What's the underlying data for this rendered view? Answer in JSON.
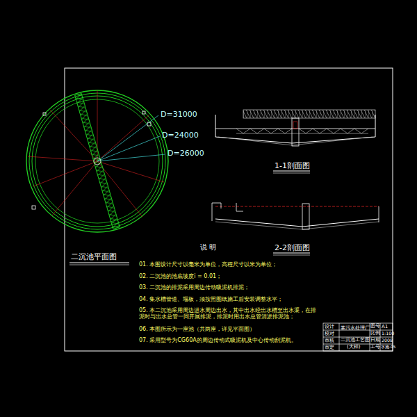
{
  "diagram": {
    "labels": [
      "D=31000",
      "D=24000",
      "D=26000",
      "二沉池平面图",
      "1-1剖面图",
      "2-2剖面图",
      "说 明",
      "01. 本图设计尺寸以毫米为单位，高程尺寸以米为单位；",
      "02. 二沉池的池底坡度i = 0.01；",
      "03. 二沉池的排泥采用周边传动吸泥机排泥；",
      "04. 集水槽管道、堰板，须按照图纸施工后安装调整水平；",
      "05. 本二沉池采用周边进水周边出水，其中出水经出水槽至出水渠，在排泥时与出水总管一同开展排泥，排泥时用出水总管清淤排泥池；",
      "06. 本图所示为一座池（共两座，详见平面图）",
      "07. 采用型号为CG60A的周边传动式吸泥机及中心传动刮泥机。",
      "设计",
      "校对",
      "审核",
      "审定",
      "某污水处理厂",
      "二沉池工艺图",
      "(大样)",
      "图号",
      "比例",
      "日期",
      "工号",
      "A1",
      "1:100",
      "2008",
      "水施-05"
    ]
  }
}
